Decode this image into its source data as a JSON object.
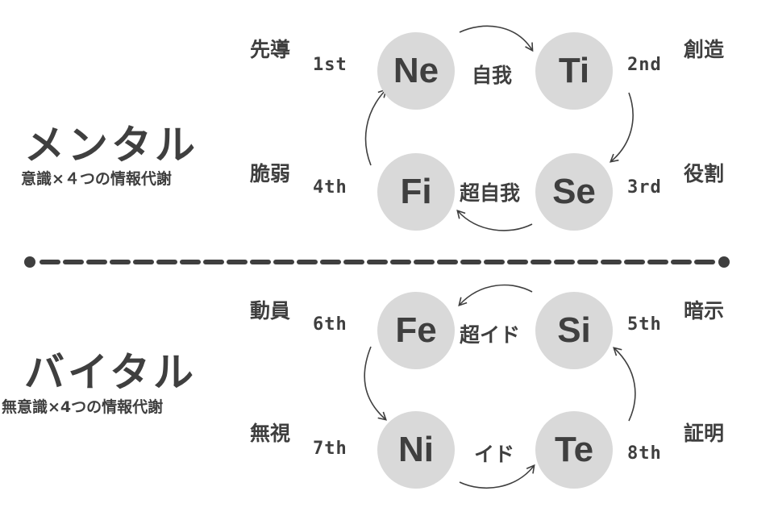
{
  "mental": {
    "title": "メンタル",
    "subtitle": "意識×４つの情報代謝",
    "functions": [
      {
        "name": "Ne",
        "ordinal": "1st",
        "role": "先導"
      },
      {
        "name": "Ti",
        "ordinal": "2nd",
        "role": "創造"
      },
      {
        "name": "Se",
        "ordinal": "3rd",
        "role": "役割"
      },
      {
        "name": "Fi",
        "ordinal": "4th",
        "role": "脆弱"
      }
    ],
    "top_link": "自我",
    "bottom_link": "超自我"
  },
  "vital": {
    "title": "バイタル",
    "subtitle": "無意識×4つの情報代謝",
    "functions": [
      {
        "name": "Si",
        "ordinal": "5th",
        "role": "暗示"
      },
      {
        "name": "Fe",
        "ordinal": "6th",
        "role": "動員"
      },
      {
        "name": "Ni",
        "ordinal": "7th",
        "role": "無視"
      },
      {
        "name": "Te",
        "ordinal": "8th",
        "role": "証明"
      }
    ],
    "top_link": "超イド",
    "bottom_link": "イド"
  },
  "colors": {
    "node_fill": "#d9d9d9",
    "text": "#3f3f3f",
    "divider": "#3f3f3f"
  }
}
